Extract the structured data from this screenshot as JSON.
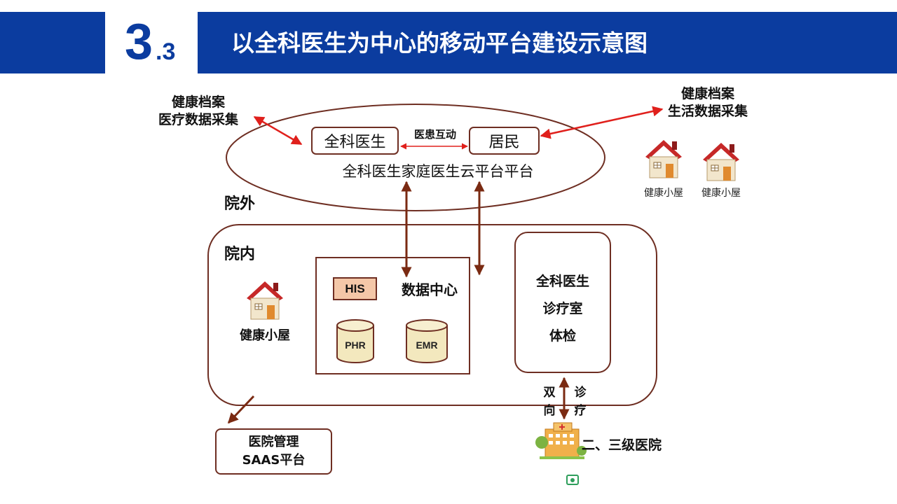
{
  "header": {
    "number_main": "3",
    "number_sub": ".3",
    "title": "以全科医生为中心的移动平台建设示意图",
    "band_color": "#0B3C9F"
  },
  "top_left_label": {
    "line1": "健康档案",
    "line2": "医疗数据采集"
  },
  "top_right_label": {
    "line1": "健康档案",
    "line2": "生活数据采集"
  },
  "cloud": {
    "doctor": "全科医生",
    "resident": "居民",
    "interaction": "医患互动",
    "platform": "全科医生家庭医生云平台平台"
  },
  "outside_label": "院外",
  "inside_label": "院内",
  "health_huts_outside": [
    "健康小屋",
    "健康小屋"
  ],
  "health_hut_inside": "健康小屋",
  "data_center": {
    "title": "数据中心",
    "his": "HIS",
    "cylinders": [
      "PHR",
      "EMR"
    ]
  },
  "clinic": {
    "lines": [
      "全科医生",
      "诊疗室",
      "体检"
    ]
  },
  "referral": {
    "left": "双\n向",
    "right": "诊\n疗"
  },
  "hospital": "二、三级医院",
  "saas": {
    "line1": "医院管理",
    "line2": "SAAS平台"
  },
  "colors": {
    "arrow_red": "#E0201C",
    "arrow_brown": "#7A2A12",
    "outline_brown": "#6E2E22",
    "his_fill": "#F4C7A8",
    "cylinder_fill": "#F3E8BE",
    "roof_red": "#C62828"
  }
}
